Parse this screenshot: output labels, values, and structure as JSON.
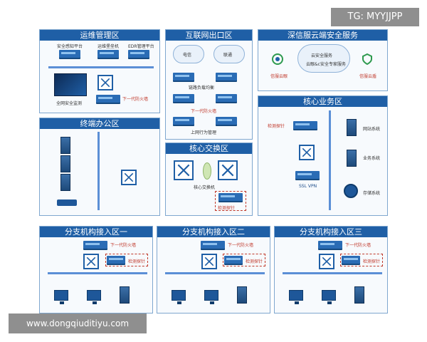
{
  "watermark_top": "TG: MYYJJPP",
  "watermark_bottom": "www.dongqiuditiyu.com",
  "zones": {
    "ops": {
      "title": "运维管理区",
      "labels": [
        "安全感知平台",
        "运维堡垒机",
        "EDR管理平台",
        "全网安全监测",
        "下一代防火墙"
      ]
    },
    "internet": {
      "title": "互联网出口区",
      "labels": [
        "电信",
        "联通",
        "链路负载均衡",
        "下一代防火墙",
        "上网行为管理"
      ]
    },
    "cloud": {
      "title": "深信服云端安全服务",
      "labels": [
        "云安全服务",
        "云眼&c安全专家服务",
        "信服云眼",
        "信服云盾"
      ]
    },
    "office": {
      "title": "终端办公区"
    },
    "core_switch": {
      "title": "核心交换区",
      "labels": [
        "核心交换机",
        "检测探针"
      ]
    },
    "core_business": {
      "title": "核心业务区",
      "labels": [
        "检测探针",
        "网站系统",
        "业务系统",
        "SSL VPN",
        "存储系统"
      ]
    },
    "branch1": {
      "title": "分支机构接入区一",
      "labels": [
        "下一代防火墙",
        "检测探针"
      ]
    },
    "branch2": {
      "title": "分支机构接入区二",
      "labels": [
        "下一代防火墙",
        "检测探针"
      ]
    },
    "branch3": {
      "title": "分支机构接入区三",
      "labels": [
        "下一代防火墙",
        "检测探针"
      ]
    }
  },
  "colors": {
    "title_bar": "#1f5fa6",
    "border": "#7fa7cf",
    "probe_label": "#c0392b",
    "device": "#1e5799"
  }
}
